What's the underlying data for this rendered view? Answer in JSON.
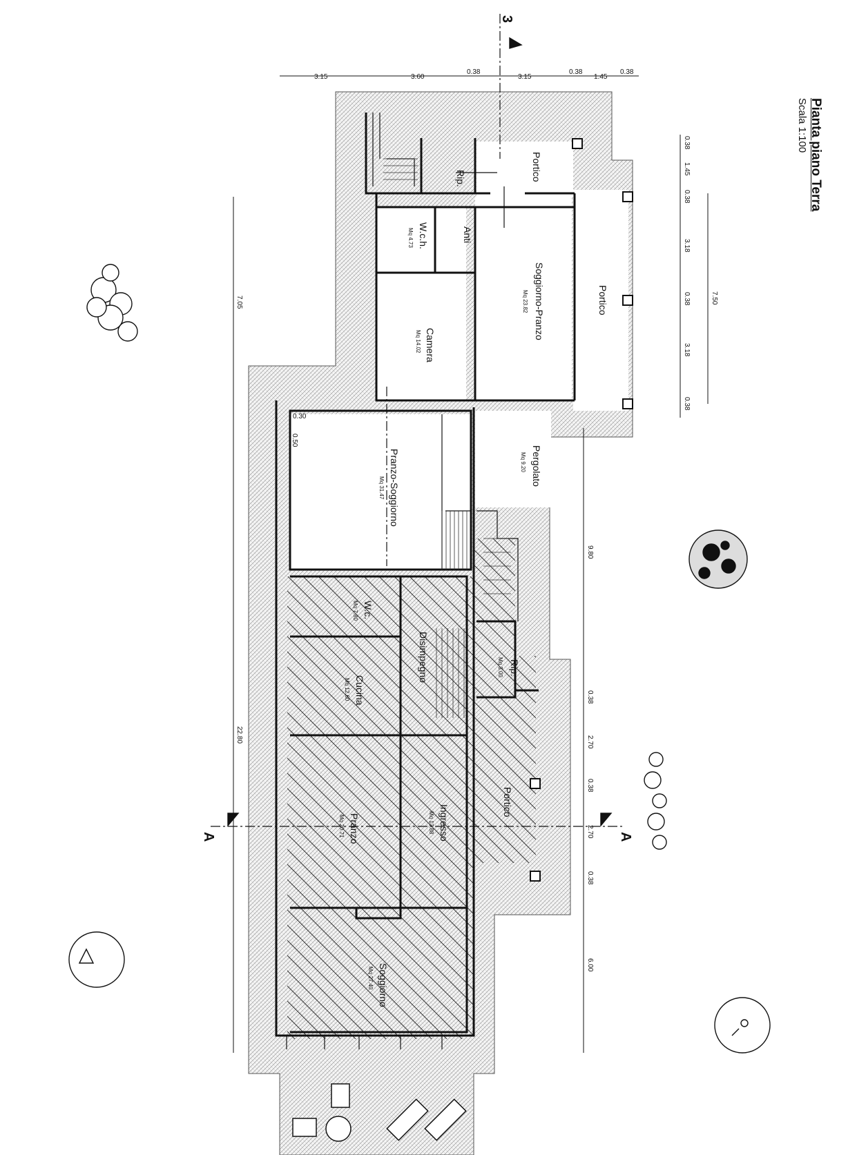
{
  "title": "Pianta piano Terra",
  "scale": "Scala 1:100",
  "section_marks": {
    "top": "3",
    "left": "A",
    "right": "A"
  },
  "rooms": {
    "portico_top": "Portico",
    "rip_top": "Rip.",
    "anti": "Anti",
    "wch": "W.c.h.",
    "wch_area": "Mq 4.73",
    "soggiorno_pranzo": "Soggiorno-Pranzo",
    "soggiorno_pranzo_area": "Mq 23.82",
    "portico_right": "Portico",
    "camera": "Camera",
    "camera_area": "Mq 14.02",
    "pranzo_soggiorno": "Pranzo-Soggiorno",
    "pranzo_soggiorno_area": "Mq 31.47",
    "pergolato": "Pergolato",
    "pergolato_area": "Mq 9.20",
    "wc": "W.c.",
    "wc_area": "Mq 7.80",
    "disimpegno": "Disimpegno",
    "rip_mid": "Rip.",
    "rip_mid_area": "Mq 3.00",
    "cucina": "Cucina",
    "cucina_area": "Mq 12.60",
    "ingresso": "Ingresso",
    "ingresso_area": "Mq 13.88",
    "pranzo": "Pranzo",
    "pranzo_area": "Mq 20.71",
    "portico_bottom": "Portico",
    "soggiorno": "Soggiorno",
    "soggiorno_area": "Mq 27.40"
  },
  "dimensions": {
    "top": [
      "3.15",
      "3.60",
      "0.38",
      "3.15",
      "0.38",
      "1.45",
      "0.38"
    ],
    "right_upper": [
      "0.38",
      "1.45",
      "0.38",
      "3.18",
      "0.38",
      "3.18",
      "0.38"
    ],
    "right_total": "7.50",
    "right_lower": [
      "9.80",
      "0.38",
      "2.70",
      "0.38",
      "2.70",
      "0.38",
      "6.00"
    ],
    "left": [
      "7.05",
      "22.80"
    ],
    "small": [
      "0.30",
      "0.50"
    ]
  }
}
